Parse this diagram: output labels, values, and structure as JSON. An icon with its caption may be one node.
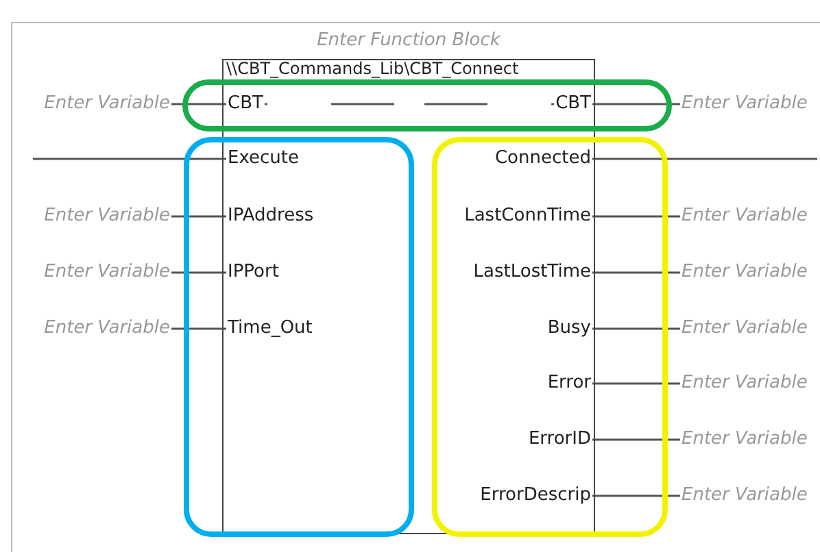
{
  "diagram": {
    "nodes": [
      {
        "text": [
          "\\\\CBT_Commands_Lib\\CBT_Connect"
        ]
      },
      {
        "text": [
          "CBT"
        ],
        "in": 0
      },
      {
        "text": [
          "CBT"
        ],
        "in": 0
      },
      {
        "text": [
          "Execute"
        ],
        "in": 0
      },
      {
        "text": [
          "IPAddress"
        ],
        "in": 0
      },
      {
        "text": [
          "IPPort"
        ],
        "in": 0
      },
      {
        "text": [
          "Time_Out"
        ],
        "in": 0
      },
      {
        "text": [
          "Connected"
        ],
        "in": 0
      },
      {
        "text": [
          "LastConnTime"
        ],
        "in": 0
      },
      {
        "text": [
          "LastLostTime"
        ],
        "in": 0
      },
      {
        "text": [
          "Busy"
        ],
        "in": 0
      },
      {
        "text": [
          "Error"
        ],
        "in": 0
      },
      {
        "text": [
          "ErrorID"
        ],
        "in": 0
      },
      {
        "text": [
          "ErrorDescrip"
        ],
        "in": 0
      },
      {
        "text": [
          "Enter Variable"
        ]
      },
      {
        "text": [
          "Enter Variable"
        ]
      },
      {
        "text": [
          "Enter Variable"
        ]
      },
      {
        "text": [
          "Enter Variable"
        ]
      },
      {
        "text": [
          "Enter Variable"
        ]
      },
      {
        "text": [
          "Enter Variable"
        ]
      },
      {
        "text": [
          "Enter Variable"
        ]
      },
      {
        "text": [
          "Enter Variable"
        ]
      },
      {
        "text": [
          "Enter Variable"
        ]
      },
      {
        "text": [
          "Enter Variable"
        ]
      },
      {
        "text": [
          "Enter Variable"
        ]
      }
    ],
    "edges": [
      {
        "from": 14,
        "to": 1,
        "arrow": "none"
      },
      {
        "from": 1,
        "to": 2,
        "arrow": "none",
        "style": "dashed"
      },
      {
        "from": 2,
        "to": 15,
        "arrow": "none"
      },
      {
        "from": null,
        "to": 3,
        "arrow": "none"
      },
      {
        "from": 7,
        "to": null,
        "arrow": "none"
      },
      {
        "from": 16,
        "to": 4,
        "arrow": "none"
      },
      {
        "from": 8,
        "to": 19,
        "arrow": "none"
      },
      {
        "from": 17,
        "to": 5,
        "arrow": "none"
      },
      {
        "from": 9,
        "to": 20,
        "arrow": "none"
      },
      {
        "from": 18,
        "to": 6,
        "arrow": "none"
      },
      {
        "from": 10,
        "to": 21,
        "arrow": "none"
      },
      {
        "from": 11,
        "to": 22,
        "arrow": "none"
      },
      {
        "from": 12,
        "to": 23,
        "arrow": "none"
      },
      {
        "from": 13,
        "to": 24,
        "arrow": "none"
      }
    ],
    "labels": [
      "Enter Function Block"
    ]
  }
}
